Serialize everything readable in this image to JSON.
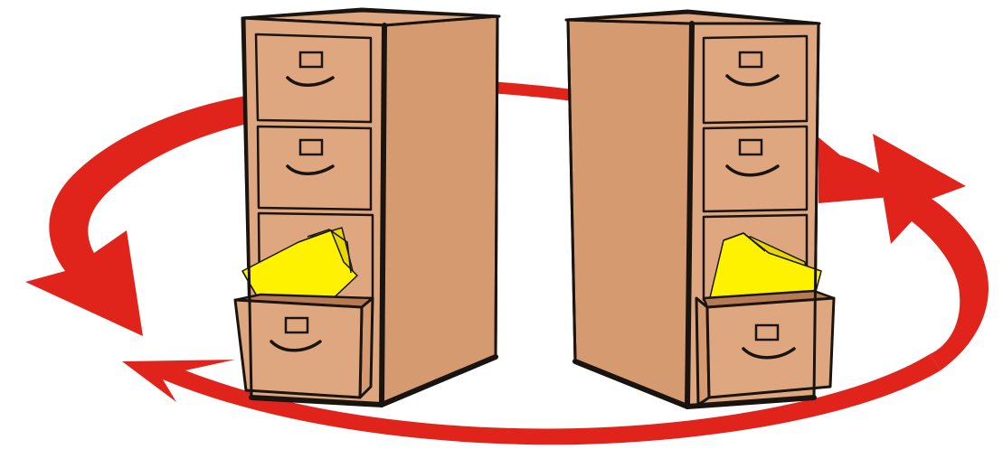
{
  "illustration": {
    "colors": {
      "background": "#ffffff",
      "arrow_red": "#e0241b",
      "cabinet_face": "#dfa780",
      "cabinet_side": "#d69a70",
      "cabinet_inner": "#b67a55",
      "outline": "#1a1410",
      "folder_yellow": "#fff200",
      "folder_yellow_shade": "#e8d800"
    },
    "elements": [
      "sync-arrows",
      "left-filing-cabinet",
      "right-filing-cabinet",
      "yellow-folders"
    ]
  }
}
